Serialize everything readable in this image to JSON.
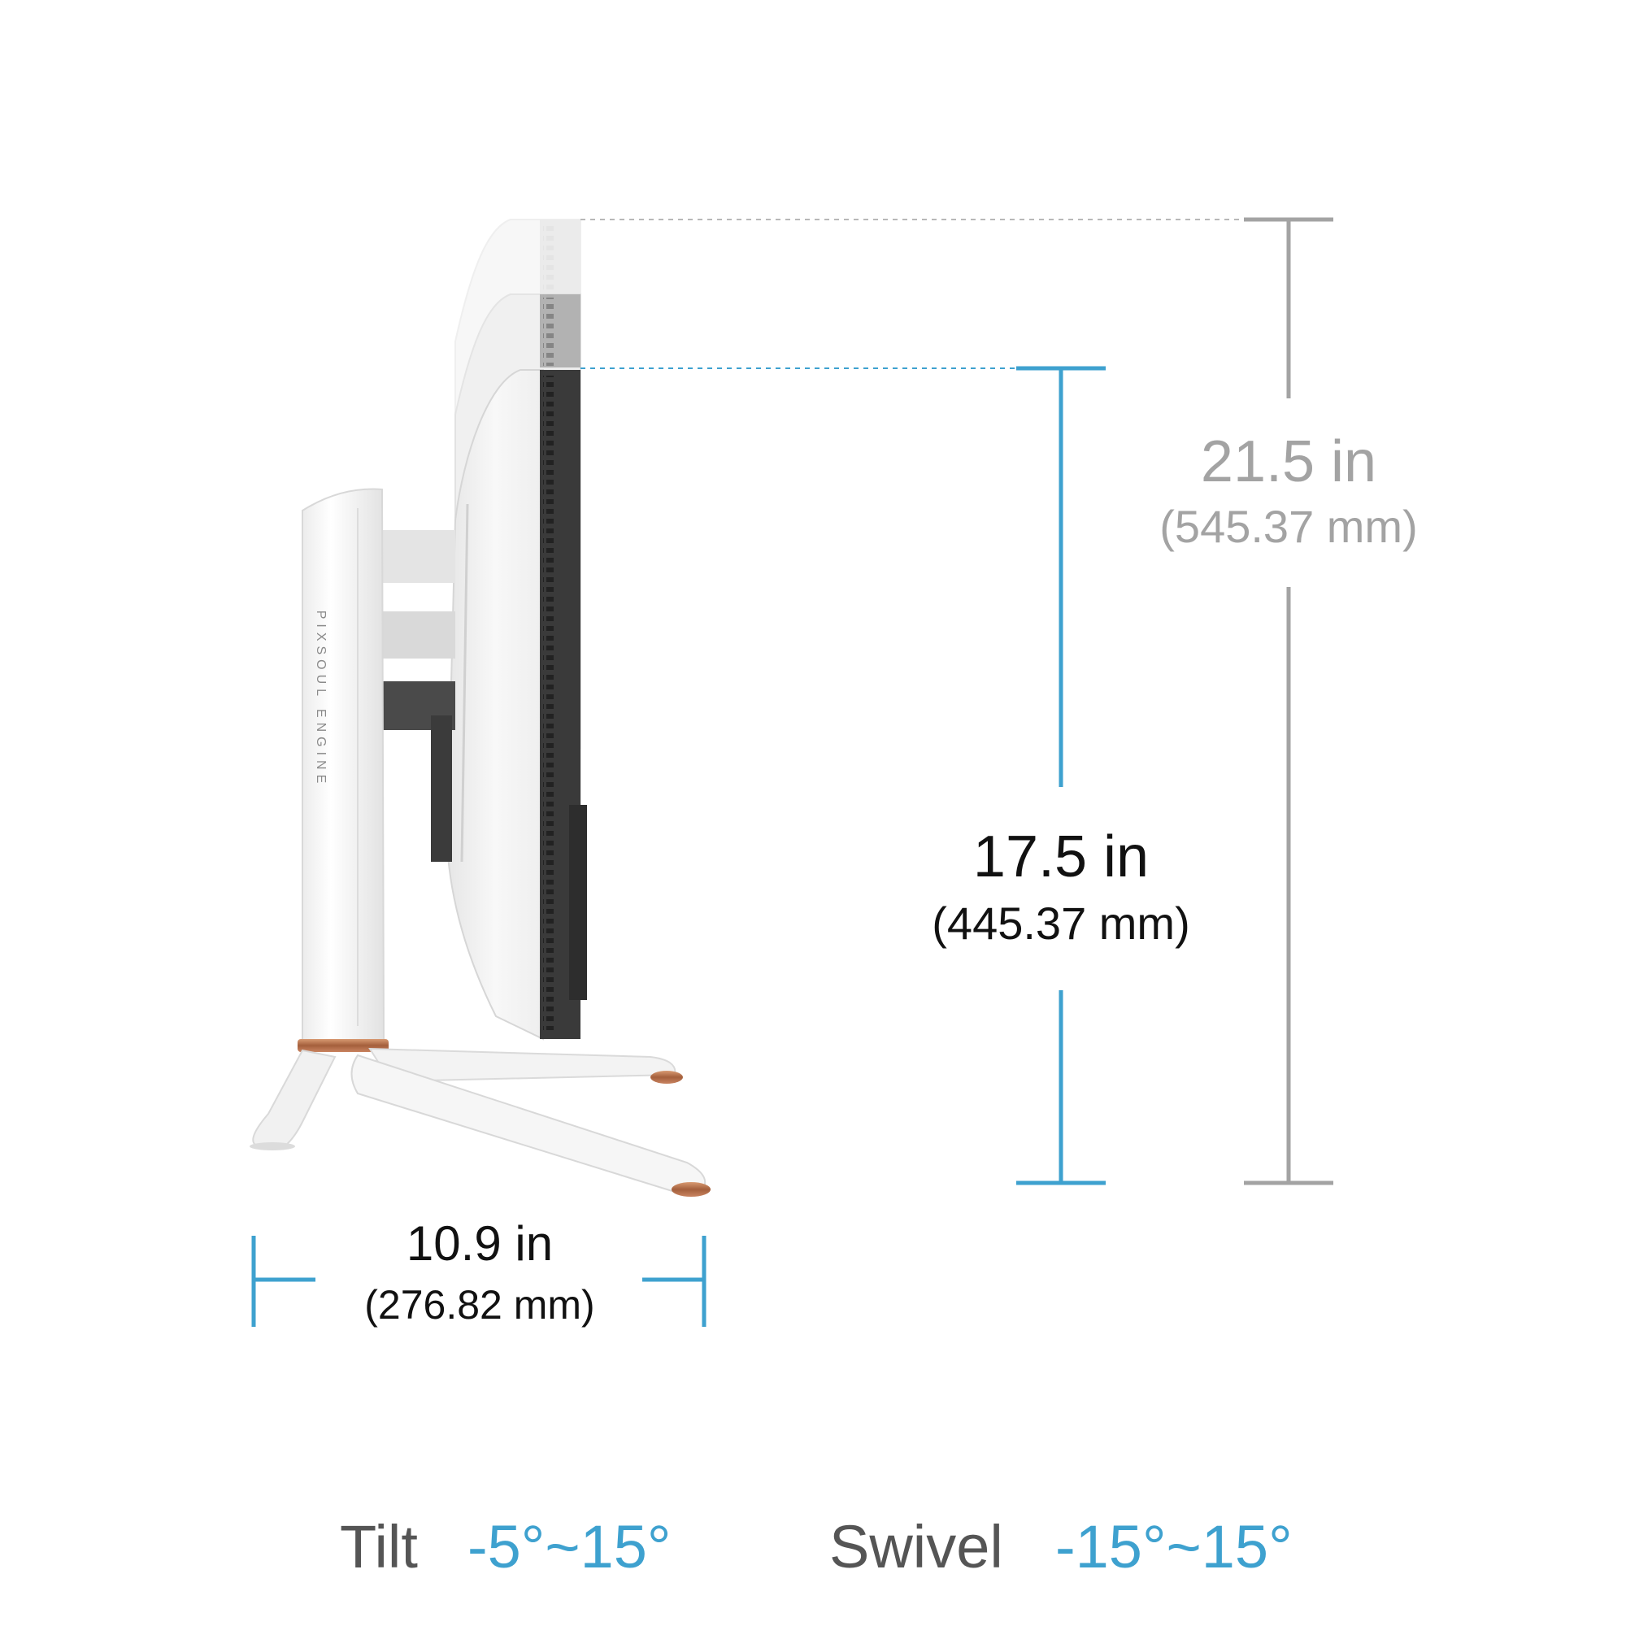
{
  "brand_text": "PIXSOUL ENGINE",
  "dimensions": {
    "total_height": {
      "main": "21.5 in",
      "sub": "(545.37 mm)",
      "color": "#a3a3a3"
    },
    "adjust_height": {
      "main": "17.5 in",
      "sub": "(445.37 mm)",
      "color": "#3ea1cf"
    },
    "base_depth": {
      "main": "10.9 in",
      "sub": "(276.82 mm)",
      "color": "#3ea1cf"
    }
  },
  "footer": {
    "tilt_label": "Tilt",
    "tilt_value": "-5°~15°",
    "swivel_label": "Swivel",
    "swivel_value": "-15°~15°"
  },
  "colors": {
    "accent_blue": "#3ea1cf",
    "dim_grey": "#a3a3a3",
    "text_dark": "#111111",
    "text_grey": "#555555",
    "copper": "#b8734f",
    "panel_dark": "#3a3a3a",
    "monitor_white": "#f4f4f4"
  }
}
